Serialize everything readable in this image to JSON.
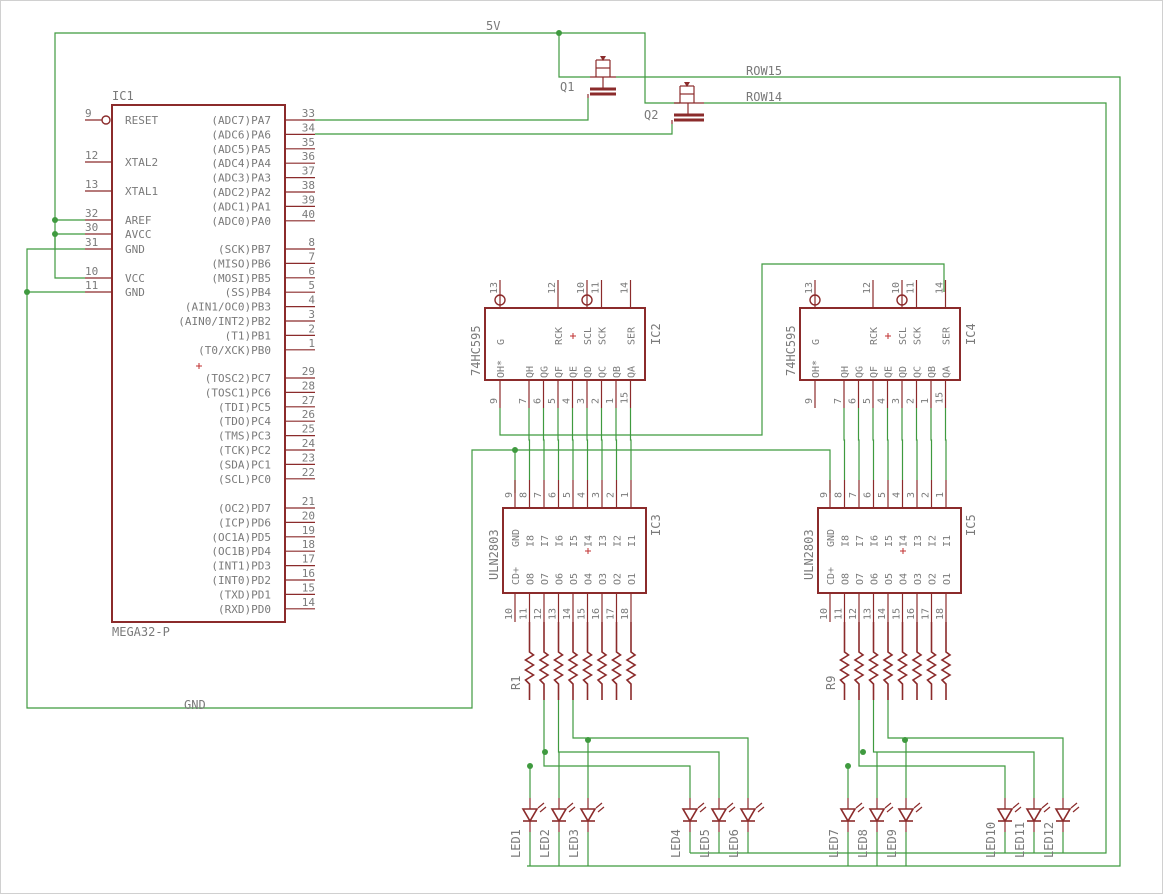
{
  "nets": {
    "supply": "5V",
    "ground": "GND",
    "row15": "ROW15",
    "row14": "ROW14"
  },
  "transistors": [
    "Q1",
    "Q2"
  ],
  "mcu": {
    "ref": "IC1",
    "value": "MEGA32-P",
    "left_pins": [
      {
        "num": "9",
        "name": "RESET"
      },
      {
        "num": "12",
        "name": "XTAL2"
      },
      {
        "num": "13",
        "name": "XTAL1"
      },
      {
        "num": "32",
        "name": "AREF"
      },
      {
        "num": "30",
        "name": "AVCC"
      },
      {
        "num": "31",
        "name": "GND"
      },
      {
        "num": "10",
        "name": "VCC"
      },
      {
        "num": "11",
        "name": "GND"
      }
    ],
    "right_pins": [
      {
        "num": "33",
        "name": "(ADC7)PA7"
      },
      {
        "num": "34",
        "name": "(ADC6)PA6"
      },
      {
        "num": "35",
        "name": "(ADC5)PA5"
      },
      {
        "num": "36",
        "name": "(ADC4)PA4"
      },
      {
        "num": "37",
        "name": "(ADC3)PA3"
      },
      {
        "num": "38",
        "name": "(ADC2)PA2"
      },
      {
        "num": "39",
        "name": "(ADC1)PA1"
      },
      {
        "num": "40",
        "name": "(ADC0)PA0"
      },
      {
        "num": "8",
        "name": "(SCK)PB7"
      },
      {
        "num": "7",
        "name": "(MISO)PB6"
      },
      {
        "num": "6",
        "name": "(MOSI)PB5"
      },
      {
        "num": "5",
        "name": "(SS)PB4"
      },
      {
        "num": "4",
        "name": "(AIN1/OC0)PB3"
      },
      {
        "num": "3",
        "name": "(AIN0/INT2)PB2"
      },
      {
        "num": "2",
        "name": "(T1)PB1"
      },
      {
        "num": "1",
        "name": "(T0/XCK)PB0"
      },
      {
        "num": "29",
        "name": "(TOSC2)PC7"
      },
      {
        "num": "28",
        "name": "(TOSC1)PC6"
      },
      {
        "num": "27",
        "name": "(TDI)PC5"
      },
      {
        "num": "26",
        "name": "(TDO)PC4"
      },
      {
        "num": "25",
        "name": "(TMS)PC3"
      },
      {
        "num": "24",
        "name": "(TCK)PC2"
      },
      {
        "num": "23",
        "name": "(SDA)PC1"
      },
      {
        "num": "22",
        "name": "(SCL)PC0"
      },
      {
        "num": "21",
        "name": "(OC2)PD7"
      },
      {
        "num": "20",
        "name": "(ICP)PD6"
      },
      {
        "num": "19",
        "name": "(OC1A)PD5"
      },
      {
        "num": "18",
        "name": "(OC1B)PD4"
      },
      {
        "num": "17",
        "name": "(INT1)PD3"
      },
      {
        "num": "16",
        "name": "(INT0)PD2"
      },
      {
        "num": "15",
        "name": "(TXD)PD1"
      },
      {
        "num": "14",
        "name": "(RXD)PD0"
      }
    ]
  },
  "shift_registers": [
    {
      "ref": "IC2",
      "value": "74HC595"
    },
    {
      "ref": "IC4",
      "value": "74HC595"
    }
  ],
  "shift_register_pins": {
    "top_nums": [
      "13",
      "12",
      "10",
      "11",
      "14"
    ],
    "bottom_labels": [
      "OH*",
      "QH",
      "QG",
      "QF",
      "QE",
      "QD",
      "QC",
      "QB",
      "QA"
    ],
    "bottom_nums": [
      "9",
      "7",
      "6",
      "5",
      "4",
      "3",
      "2",
      "1",
      "15"
    ],
    "top_labels": [
      "G",
      "RCK",
      "SCL",
      "SCK",
      "SER"
    ]
  },
  "drivers": [
    {
      "ref": "IC3",
      "value": "ULN2803"
    },
    {
      "ref": "IC5",
      "value": "ULN2803"
    }
  ],
  "driver_pins": {
    "top_nums": [
      "9",
      "8",
      "7",
      "6",
      "5",
      "4",
      "3",
      "2",
      "1"
    ],
    "top_labels": [
      "GND",
      "I8",
      "I7",
      "I6",
      "I5",
      "I4",
      "I3",
      "I2",
      "I1"
    ],
    "bottom_labels": [
      "CD+",
      "O8",
      "O7",
      "O6",
      "O5",
      "O4",
      "O3",
      "O2",
      "O1"
    ],
    "bottom_nums": [
      "10",
      "11",
      "12",
      "13",
      "14",
      "15",
      "16",
      "17",
      "18"
    ]
  },
  "resistor_arrays": [
    "R1",
    "R9"
  ],
  "leds": [
    "LED1",
    "LED2",
    "LED3",
    "LED4",
    "LED5",
    "LED6",
    "LED7",
    "LED8",
    "LED9",
    "LED10",
    "LED11",
    "LED12"
  ]
}
